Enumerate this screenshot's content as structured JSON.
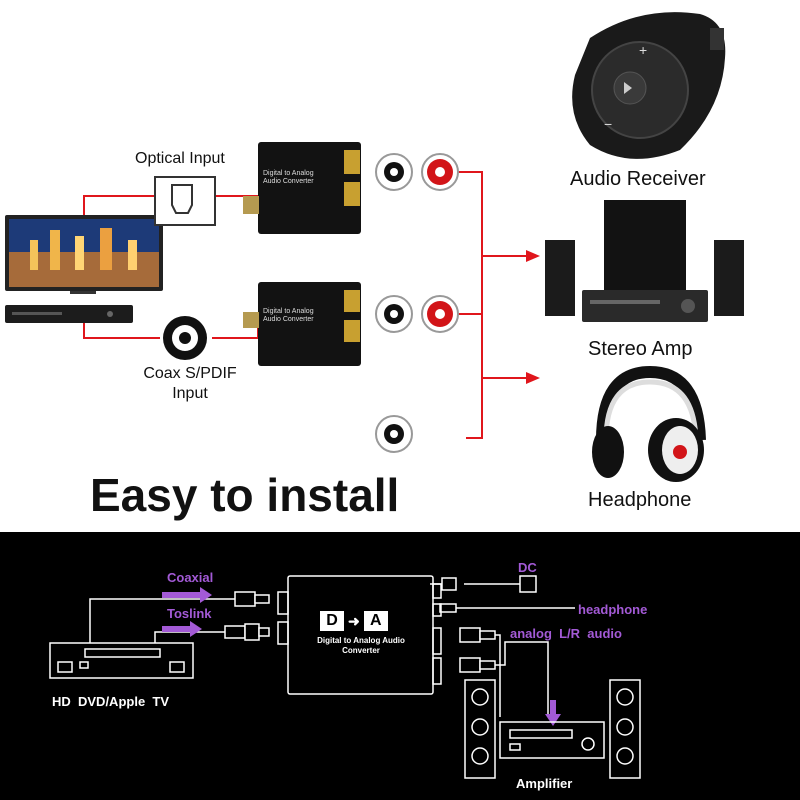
{
  "top": {
    "optical_input": "Optical Input",
    "coax_input_line1": "Coax S/PDIF",
    "coax_input_line2": "Input",
    "converter_label_line1": "Digital to Analog",
    "converter_label_line2": "Audio Converter",
    "audio_receiver": "Audio Receiver",
    "stereo_amp": "Stereo Amp",
    "headphone": "Headphone",
    "headline": "Easy to install",
    "receiver_plus": "+",
    "receiver_minus": "−"
  },
  "bottom": {
    "coaxial": "Coaxial",
    "toslink": "Toslink",
    "dc": "DC",
    "headphone": "headphone",
    "analog_audio": "analog  L/R  audio",
    "source": "HD  DVD/Apple  TV",
    "amplifier": "Amplifier",
    "box_logo_d": "D",
    "box_logo_a": "A",
    "box_title_line1": "Digital to Analog Audio",
    "box_title_line2": "Converter"
  },
  "colors": {
    "signal_red": "#e0161c",
    "label_purple": "#a35ad6",
    "bottom_background": "#000000"
  }
}
